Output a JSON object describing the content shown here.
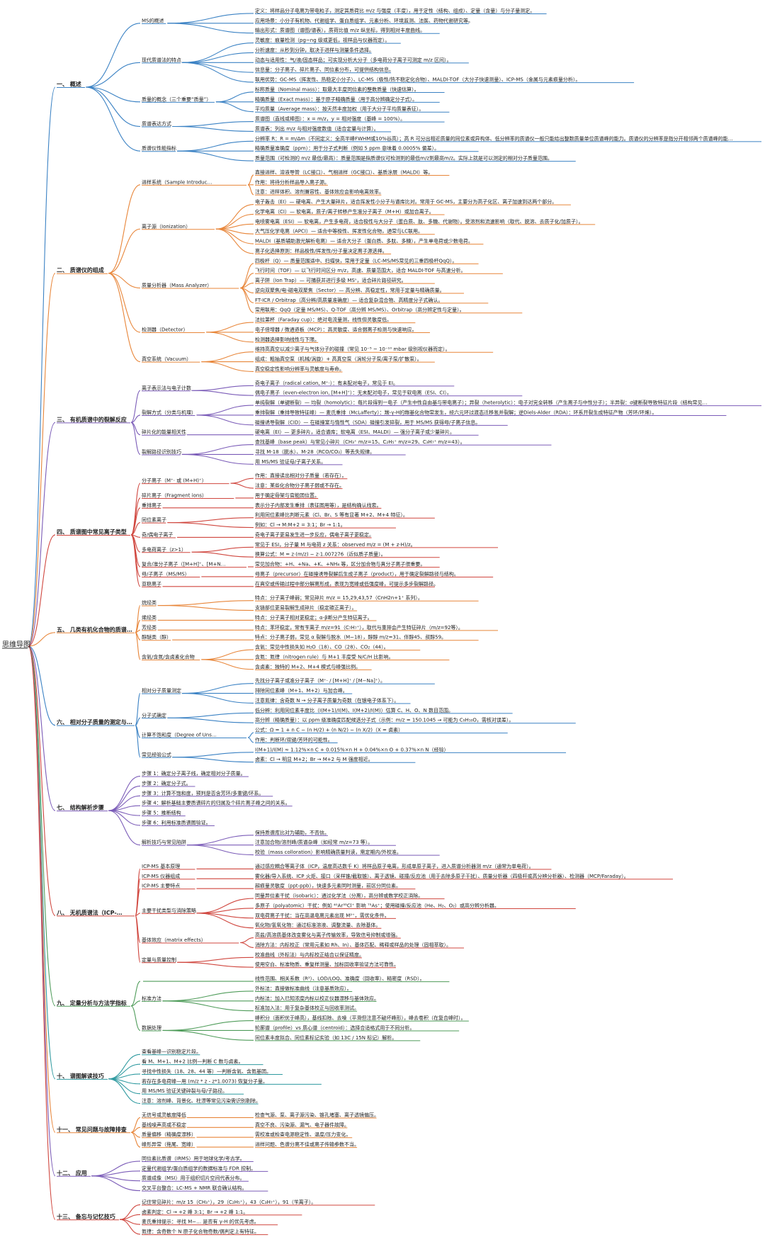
{
  "root": {
    "label": "思维导图"
  },
  "colors": {
    "blue": "#3b82c4",
    "orange": "#e8863a",
    "red": "#d0473f",
    "purple": "#7b5cb8",
    "green": "#4f9c5a",
    "teal": "#2f9aa0",
    "dark": "#333333"
  },
  "sections": [
    {
      "label": "一、 概述",
      "color": "blue",
      "subs": [
        {
          "label": "MS的概述",
          "leaves": [
            "定义：将样品分子电离为带电粒子，测定其质荷比 m/z 与强度（丰度），用于定性（结构、组成）、定量（含量）与分子量测定。",
            "应用场景：小分子有机物、代谢组学、蛋白质组学、元素分析、环境监测、法医、药物代谢研究等。",
            "输出形式：质谱图（谱图/谱表），质荷比值 m/z 纵坐标，得到相对丰度曲线。"
          ]
        },
        {
          "label": "现代质谱法的特点",
          "leaves": [
            "灵敏度：痕量检测（pg~ng 级或更低，视样品与仪器而定）。",
            "分析速度：从秒到分钟，取决于进样与测量条件选择。",
            "动态与适用性：气/液/固态样品；可实现分析大分子（多电荷分子离子可测定 m/z 区间）。",
            "信息量：分子离子、碎片离子、同位素分布，可提供结构信息。",
            "联用优势：GC-MS（挥发性、热稳定小分子）、LC-MS（极性/热不稳定化合物）、MALDI-TOF（大分子快速测量）、ICP-MS（金属与元素痕量分析）。"
          ]
        },
        {
          "label": "质量的概念（三个重要“质量”）",
          "leaves": [
            "标称质量（Nominal mass）：取最大丰度同位素的整数质量（快速估算）。",
            "精确质量（Exact mass）：基于原子精确质量（用于高分辨确定分子式）。",
            "平均质量（Average mass）：按天然丰度加权（用于大分子平均质量表征）。"
          ]
        },
        {
          "label": "质谱表达方式",
          "leaves": [
            "质谱图（直线或棒图）：x = m/z，y = 相对强度（基峰 = 100%）。",
            "质谱表：列出 m/z 与相对强度数值（适合定量与计算）。"
          ]
        },
        {
          "label": "质谱仪性能指标",
          "leaves": [
            "分辨率 R：R = m/Δm（不同定义：全高半峰FWHM或10%谷高）；高 R 可分出相近质量的同位素或异构体、低分辨率的质谱仪一般只能给出整数质量单位质谱峰的能力。质谱仪的分辨率是指分开相邻两个质谱峰的能力。",
            "精确质量准确度（ppm）：用于分子式判断（例如 5 ppm 意味着 0.0005% 偏差）。",
            "质量范围（可检测的 m/z 最低/最高）：质量范围是指质谱仪可检测到的最低m/z到最高m/z。实际上就是可以测定的相对分子质量范围。"
          ]
        }
      ]
    },
    {
      "label": "二、 质谱仪的组成",
      "color": "orange",
      "subs": [
        {
          "label": "进样系统（Sample Introduction）",
          "leaves": [
            "直接进样、溶液导管（LC接口）、气相进样（GC接口）、基质涂层（MALDI）等。",
            "作用：将待分析样品导入离子源。",
            "注意：进样体积、溶剂兼容性、基体效应会影响电离效率。"
          ]
        },
        {
          "label": "离子源（Ionization）",
          "leaves": [
            "电子轰击（EI）— 硬电离、产生大量碎片，适合挥发性小分子与谱库比对。常用于 GC-MS，主要分为高子化区、离子加速到达两个部分。",
            "化学电离（CI）— 软电离，质子/离子转移产生准分子离子（M+H）或加合离子。",
            "电喷雾电离（ESI）— 软电离，产生多电荷，适合极性与大分子（蛋白质、肽、多糖、代谢物）。受溶剂和流速影响（取代、脱溶、去质子化/加质子）。",
            "大气压化学电离（APCI）— 适合中等极性、挥发性化合物，通常与LC联用。",
            "MALDI（基质辅助激光解析电离）— 适合大分子（蛋白质、多肽、多糖），产生单电荷或少数电荷。",
            "离子化选择原则：样品极性/挥发性/分子量决定离子源选择。"
          ]
        },
        {
          "label": "质量分析器（Mass Analyzer）",
          "leaves": [
            "四极杆（Q）— 质量范围适中、扫描快，常用于定量（LC-MS/MS常见的三重四极杆QqQ）。",
            "飞行时间（TOF）— 以飞行时间区分 m/z，高速、质量范围大，适合 MALDI-TOF 与高速分析。",
            "离子阱（Ion Trap）— 可捕获并进行多级 MSⁿ，适合碎片路径研究。",
            "逆向双聚焦/电-磁电双聚焦（Sector）— 高分辨、高稳定性，常用于定量与精确质量。",
            "FT-ICR / Orbitrap（高分辨/高质量准确度）— 适合复杂混合物、高精度分子式确认。",
            "常用联用：QqQ（定量 MS/MS）、Q-TOF（高分辨 MS/MS）、Orbitrap（高分辨定性与定量）。"
          ]
        },
        {
          "label": "检测器（Detector）",
          "leaves": [
            "法拉第杯（Faraday cup）：绝对电流量测，线性但灵敏度低。",
            "电子倍增器 / 微通道板（MCP）：高灵敏度、适合弱离子检测与快速响应。",
            "检测器选择影响线性与下限。"
          ]
        },
        {
          "label": "真空系统（Vacuum）",
          "leaves": [
            "维持高真空以减少离子与气体分子的碰撞（常见 10⁻⁵ ~ 10⁻¹⁰ mbar 级别视仪器而定）。",
            "组成：粗抽真空泵（机械/涡旋）+ 高真空泵（涡轮分子泵/离子泵/扩散泵）。",
            "真空稳定性影响分辨率与灵敏度与寿命。"
          ]
        }
      ]
    },
    {
      "label": "三、 有机质谱中的裂解反应",
      "color": "purple",
      "subs": [
        {
          "label": "离子表示法与电子计数",
          "leaves": [
            "奇电子离子（radical cation, M⁺·）：有未配对电子，常见于 EI。",
            "偶电子离子（even-electron ion, [M+H]⁺）：无未配对电子，常见于软电离（ESI、CI）。"
          ]
        },
        {
          "label": "裂解方式（分类与机理）",
          "leaves": [
            "单纯裂解（单键断裂）— 均裂（homolytic）：每片段得到一电子（产生中性自由基与带电离子）；异裂（heterolytic）：电子对完全转移（产生离子与中性分子）；半异裂：σ键断裂导致特征片段（结构常见）。",
            "重排裂解（重排导致特征峰）— 麦氏重排（McLafferty）：羰-γ-H的羰基化合物常发生，经六元环过渡态迁移氢并裂解；逆Diels-Alder（RDA）：环系开裂生成特征产物（芳环/环烯）。",
            "碰撞诱导裂解（CID）— 在碰撞室与惰性气（SDA）碰撞引发碎裂，用于 MS/MS 获得母/子离子信息。"
          ]
        },
        {
          "label": "碎片化的能量相关性",
          "leaves": [
            "硬电离（EI）— 更多碎片，适合谱库；软电离（ESI、MALDI）— 强分子离子或少量碎片。"
          ]
        },
        {
          "label": "裂解路径识别技巧",
          "leaves": [
            "查找基峰（base peak）与常见小碎片（CH₃⁺ m/z=15、C₂H₅⁺ m/z=29、C₃H₇⁺ m/z=43）。",
            "寻找 M-18（脱水）、M-28（RCO/CO₂）等丢失规律。",
            "用 MS/MS 验证母/子离子关系。"
          ]
        }
      ]
    },
    {
      "label": "四、 质谱图中常见离子类型",
      "color": "red",
      "subs": [
        {
          "label": "分子离子（M⁺· 或 (M+H)⁺）",
          "leaves": [
            "作用：直接读出相对分子质量（若存在）。",
            "注意：某些化合物分子离子弱或不存在。"
          ]
        },
        {
          "label": "碎片离子（Fragment ions）",
          "leaves": [
            "用于确定骨架与官能团位置。"
          ]
        },
        {
          "label": "重排离子",
          "leaves": [
            "表示分子内部发生重排（表征图用等），是结构确认线索。"
          ]
        },
        {
          "label": "同位素离子",
          "leaves": [
            "利用同位素峰比判断元素（Cl、Br、S 等有显著 M+2、M+4 特征）。",
            "例如：Cl → M:M+2 = 3:1；Br → 1:1。"
          ]
        },
        {
          "label": "奇/偶电子离子",
          "leaves": [
            "奇电子离子更易发生进一步反应，偶电子离子更稳定。"
          ]
        },
        {
          "label": "多电荷离子（z>1）",
          "leaves": [
            "常见于 ESI，分子量 M 与电荷 z 关系：observed m/z = (M + z·H)/z。",
            "换算公式：M = z·(m/z) − z·1.007276（近似质子质量）。"
          ]
        },
        {
          "label": "复合/准分子离子（[M+H]⁺、[M+Na]⁺、[M+K]⁺）",
          "leaves": [
            "常见加合物：+H、+Na、+K、+NH₄ 等，区分加合物与真分子离子很重要。"
          ]
        },
        {
          "label": "母/子离子（MS/MS）",
          "leaves": [
            "母离子（precursor）在碰撞诱导裂解后生成子离子（product），用于确定裂解路径与结构。"
          ]
        },
        {
          "label": "亚稳离子",
          "leaves": [
            "在真空或传输过程中部分解离形成，表现为宽峰或低强度峰，可提示多步裂解路径。"
          ]
        }
      ]
    },
    {
      "label": "五、 几类有机化合物的质谱特征",
      "color": "orange",
      "subs": [
        {
          "label": "烷烃类",
          "leaves": [
            "特点：分子离子峰弱；常见碎片 m/z = 15,29,43,57（CnH2n+1⁺ 系列）。",
            "支链部位更易裂解生成碎片（稳定碳正离子）。"
          ]
        },
        {
          "label": "烯烃类",
          "leaves": [
            "特点：分子离子相对更稳定；α-β断分产生特征离子。"
          ]
        },
        {
          "label": "芳烃类",
          "leaves": [
            "特点：苯环稳定，常有苄离子 m/z=91（C₇H₇⁺），取代与重排会产生特征碎片（m/z=92等）。"
          ]
        },
        {
          "label": "醇醚类（醇）",
          "leaves": [
            "特点：分子离子弱，常见 α 裂解与脱水（M−18），醇醇 m/z=31、伴醇45、叔醇59。"
          ]
        },
        {
          "label": "含氧/含氮/含卤素化合物",
          "leaves": [
            "含氧：常见中性损失如 H₂O（18）、CO（28）、CO₂（44）。",
            "含氮：氮律（nitrogen rule）与 M+1 丰度受 N/C/H 比影响。",
            "含卤素：独特的 M+2、M+4 模式与峰强比例。"
          ]
        }
      ]
    },
    {
      "label": "六、 相对分子质量的测定与分子式的确定",
      "color": "blue",
      "subs": [
        {
          "label": "相对分子质量测定",
          "leaves": [
            "先找分子离子或准分子离子（M⁺· / [M+H]⁺ / [M−Na]⁺）。",
            "排除同位素峰（M+1、M+2）与加合峰。",
            "注意氮律：含奇数 N → 分子离子质量为奇数（在银电子体系下）。"
          ]
        },
        {
          "label": "分子式确定",
          "leaves": [
            "低分辨：利用同位素丰度比（I(M+1)/I(M)、I(M+2)/I(M)）估算 C、H、O、N 数目范围。",
            "高分辨（精确质量）：以 ppm 级准确度匹配候选分子式（示例：m/z = 150.1045 → 可能为 C₉H₁₀O，需核对误差）。"
          ]
        },
        {
          "label": "计算不饱和度（Degree of Unsaturation, DBE）",
          "leaves": [
            "公式：Ω = 1 + n C − (n H/2) + (n N/2) − (n X/2)（X = 卤素）",
            "作用：判断环/双键/芳环的可能性。"
          ]
        },
        {
          "label": "常见经验公式",
          "leaves": [
            "I(M+1)/I(M) ≈ 1.12%×n C + 0.015%×n H + 0.04%×n O + 0.37%×n N（经验）",
            "卤素：Cl → 明显 M+2；Br → M+2 与 M 强度相近。"
          ]
        }
      ]
    },
    {
      "label": "七、 结构解析步骤",
      "color": "purple",
      "subs": [
        {
          "label": "步骤 1：确定分子离子线，确定相对分子质量。",
          "leaves": []
        },
        {
          "label": "步骤 2：确定分子式。",
          "leaves": []
        },
        {
          "label": "步骤 3：计算不饱和度，预判是否含芳环/多重键/环系。",
          "leaves": []
        },
        {
          "label": "步骤 4：解析基础主要质谱碎片的归属及个碎片离子峰之间的关系。",
          "leaves": []
        },
        {
          "label": "步骤 5：推断结构",
          "leaves": []
        },
        {
          "label": "步骤 6：利用标准质谱图验证。",
          "leaves": []
        },
        {
          "label": "解析技巧与常见陷阱",
          "leaves": [
            "保持质谱库比对为辅助，不否信。",
            "注意加合物/溶剂峰/质谱杂峰（如经常 m/z=73 等）。",
            "校验（mass colloration）影响精确质量判读，需定期内/外校准。"
          ]
        }
      ]
    },
    {
      "label": "八、 无机质谱法（ICP-MS）详解",
      "color": "red",
      "subs": [
        {
          "label": "ICP-MS 基本原理",
          "leaves": [
            "通过感应耦合等离子体（ICP，温度高达数千 K）将样品原子电离，形成单原子离子，进入质谱分析器测 m/z（通常为单电荷）。"
          ]
        },
        {
          "label": "ICP-MS 仪器组成",
          "leaves": [
            "雾化器/导入系统、ICP 火炬、接口（采样锥/截取锥）、离子透镜、碰撞/反应池（用于去除多原子干扰）、质量分析器（四极杆或高分辨分析器）、检测器（MCP/Faraday）。"
          ]
        },
        {
          "label": "ICP-MS 主要特点",
          "leaves": [
            "超痕量灵敏度（ppt-ppb），快速多元素同时测量，前区分同位素。"
          ]
        },
        {
          "label": "主要干扰类型与消除策略",
          "leaves": [
            "同量异位素干扰（isobaric）：通过化学法（分离），高分辨或数学校正消除。",
            "多原子（polyatomic）干扰：例如 ⁴⁰Ar³⁵Cl⁺ 影响 ⁷⁵As⁺；使用碰撞/反应池（He、H₂、O₂）或高分辨分析器。",
            "双电荷离子干扰：当在高温电离元素出现 M²⁺，需优化条件。",
            "氧化物/氢氧化物：通过标准溶液、调整流量、去除基体。"
          ]
        },
        {
          "label": "基体效应（matrix effects）",
          "leaves": [
            "高盐/高溶质基体改变雾化与离子传输效率，导致信号抑制或增强。",
            "消除方法：内标校正（常用元素如 Rh、In）、基体匹配、稀释或样品的处理（固相萃取）。"
          ]
        },
        {
          "label": "定量与质量控制",
          "leaves": [
            "校准曲线（外标法）与内标校正结合以保证精度。",
            "使用空白、标准物质、重复样测量、加标回收率验证方法可靠性。"
          ]
        }
      ]
    },
    {
      "label": "九、 定量分析与方法学指标",
      "color": "green",
      "subs": [
        {
          "label": "",
          "leaves": [
            "线性范围、相关系数（R²）、LOD/LOQ、准确度（回收率）、精密度（RSD）。"
          ]
        },
        {
          "label": "标准方法",
          "leaves": [
            "外标法：直接做标准曲线（注意基质效应）。",
            "内标法：加入已知浓度内标以校正仪器漂移与基体效应。",
            "标准加入法：用于复杂基体校正与回收率测试。"
          ]
        },
        {
          "label": "数据处理",
          "leaves": [
            "峰积分（面积优于峰高），基线扣除、去噪（平滑但注意不破坏峰形），峰去卷积（在复合峰时）。",
            "轮廓谱（profile）vs 质心谱（centroid）：选择合适格式用于不同分析。",
            "同位素丰度拟合、同位素标记实验（如 13C / 15N 标记）解析。"
          ]
        }
      ]
    },
    {
      "label": "十、 谱图解读技巧",
      "color": "teal",
      "subs": [
        {
          "label": "查看基峰—识别稳定片段。",
          "leaves": []
        },
        {
          "label": "看 M、M+1、M+2 比例—判断 C 数与卤素。",
          "leaves": []
        },
        {
          "label": "寻找中性损失（18、28、44 等）—判断含氧、含氮基团。",
          "leaves": []
        },
        {
          "label": "若存在多电荷峰—用 (m/z * z - z*1.0073) 恢复分子量。",
          "leaves": []
        },
        {
          "label": "用 MS/MS 验证关键碎裂与母/子路径。",
          "leaves": []
        },
        {
          "label": "注意：溶剂峰、背景化、柱漂等常见污染需识别剔除。",
          "leaves": []
        }
      ]
    },
    {
      "label": "十一、 常见问题与故障排查",
      "color": "orange",
      "subs": [
        {
          "label": "无信号或灵敏度降低",
          "leaves": [
            "检查气源、泵、离子源污染、锥孔堵塞、离子透镜偏压。"
          ]
        },
        {
          "label": "基线噪声高或不稳定",
          "leaves": [
            "真空不良、污染源、漏气、电子器件故障。"
          ]
        },
        {
          "label": "质量偏移（精确度漂移）",
          "leaves": [
            "需校准或检查电源稳定性、温度/压力变化。"
          ]
        },
        {
          "label": "峰形异常（拖尾、宽峰）",
          "leaves": [
            "进样问题、色谱分离不佳或离子传输参数不当。"
          ]
        }
      ]
    },
    {
      "label": "十二、 应用",
      "color": "purple",
      "subs": [
        {
          "label": "同位素比质谱（IRMS）用于地球化学/考古学。",
          "leaves": []
        },
        {
          "label": "定量代谢组学/蛋白质组学的数据标准与 FDR 控制。",
          "leaves": []
        },
        {
          "label": "质谱成像（MSI）用于组织切片空间代表分布。",
          "leaves": []
        },
        {
          "label": "交叉平台整合：LC-MS + NMR 联合确认结构。",
          "leaves": []
        }
      ]
    },
    {
      "label": "十三、 备忘与记忆技巧",
      "color": "red",
      "subs": [
        {
          "label": "记住常见碎片：m/z 15（CH₃⁺），29（C₂H₅⁺），43（C₃H₇⁺），91（苄离子）。",
          "leaves": []
        },
        {
          "label": "卤素判定：Cl → +2 峰 3:1；Br → +2 峰 1:1。",
          "leaves": []
        },
        {
          "label": "麦氏重排提示：寻找 M−… 是否有 γ-H 的优先考虑。",
          "leaves": []
        },
        {
          "label": "氮律：含奇数个 N 原子化合物奇数/偶判定上有特征。",
          "leaves": []
        }
      ]
    }
  ]
}
